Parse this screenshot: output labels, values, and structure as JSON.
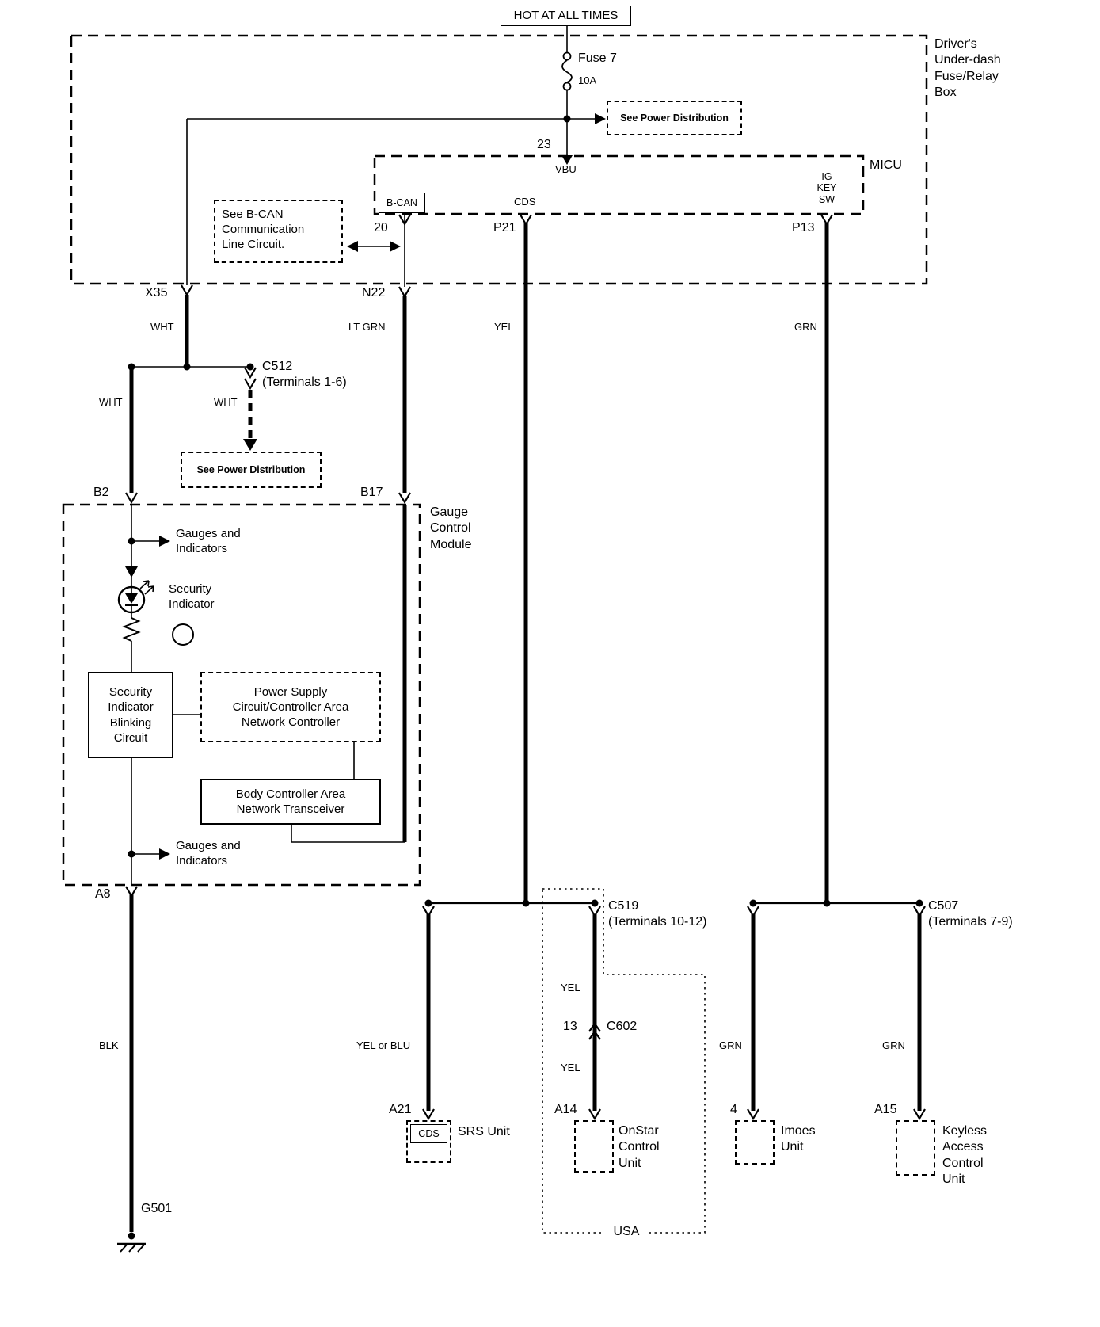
{
  "diagram": {
    "power": {
      "hot": "HOT AT ALL TIMES",
      "fuse_name": "Fuse 7",
      "fuse_rating": "10A",
      "pin23": "23"
    },
    "fuse_box": {
      "label": "Driver's\nUnder-dash\nFuse/Relay\nBox",
      "see_power_distribution": "See Power Distribution"
    },
    "micu": {
      "label": "MICU",
      "vbu": "VBU",
      "bcan": "B-CAN",
      "cds": "CDS",
      "ig_key_sw": "IG\nKEY\nSW",
      "pin20": "20",
      "p21": "P21",
      "p13": "P13"
    },
    "notes": {
      "see_bcan": "See B-CAN\nCommunication\nLine Circuit.",
      "see_power_distribution_2": "See Power Distribution",
      "usa": "USA"
    },
    "connectors": {
      "x35": "X35",
      "n22": "N22",
      "c512": "C512\n(Terminals 1-6)",
      "b2": "B2",
      "b17": "B17",
      "a8": "A8",
      "c519": "C519\n(Terminals 10-12)",
      "c507": "C507\n(Terminals 7-9)",
      "pin13": "13",
      "c602": "C602",
      "a21": "A21",
      "a14": "A14",
      "pin4": "4",
      "a15": "A15",
      "g501": "G501"
    },
    "wires": {
      "wht_x35": "WHT",
      "lt_grn": "LT GRN",
      "yel_p21": "YEL",
      "grn_p13": "GRN",
      "wht_b2": "WHT",
      "wht_c512": "WHT",
      "blk": "BLK",
      "yel_or_blu": "YEL or BLU",
      "yel_upper": "YEL",
      "yel_lower": "YEL",
      "grn_imoes": "GRN",
      "grn_keyless": "GRN"
    },
    "gauge_module": {
      "label": "Gauge\nControl\nModule",
      "gauges_top": "Gauges and\nIndicators",
      "security_indicator": "Security\nIndicator",
      "blinking_circuit": "Security\nIndicator\nBlinking\nCircuit",
      "power_supply": "Power Supply\nCircuit/Controller Area\nNetwork Controller",
      "transceiver": "Body Controller Area\nNetwork Transceiver",
      "gauges_bottom": "Gauges and\nIndicators"
    },
    "units": {
      "cds": "CDS",
      "srs": "SRS Unit",
      "onstar": "OnStar\nControl\nUnit",
      "imoes": "Imoes\nUnit",
      "keyless": "Keyless\nAccess\nControl\nUnit"
    }
  }
}
